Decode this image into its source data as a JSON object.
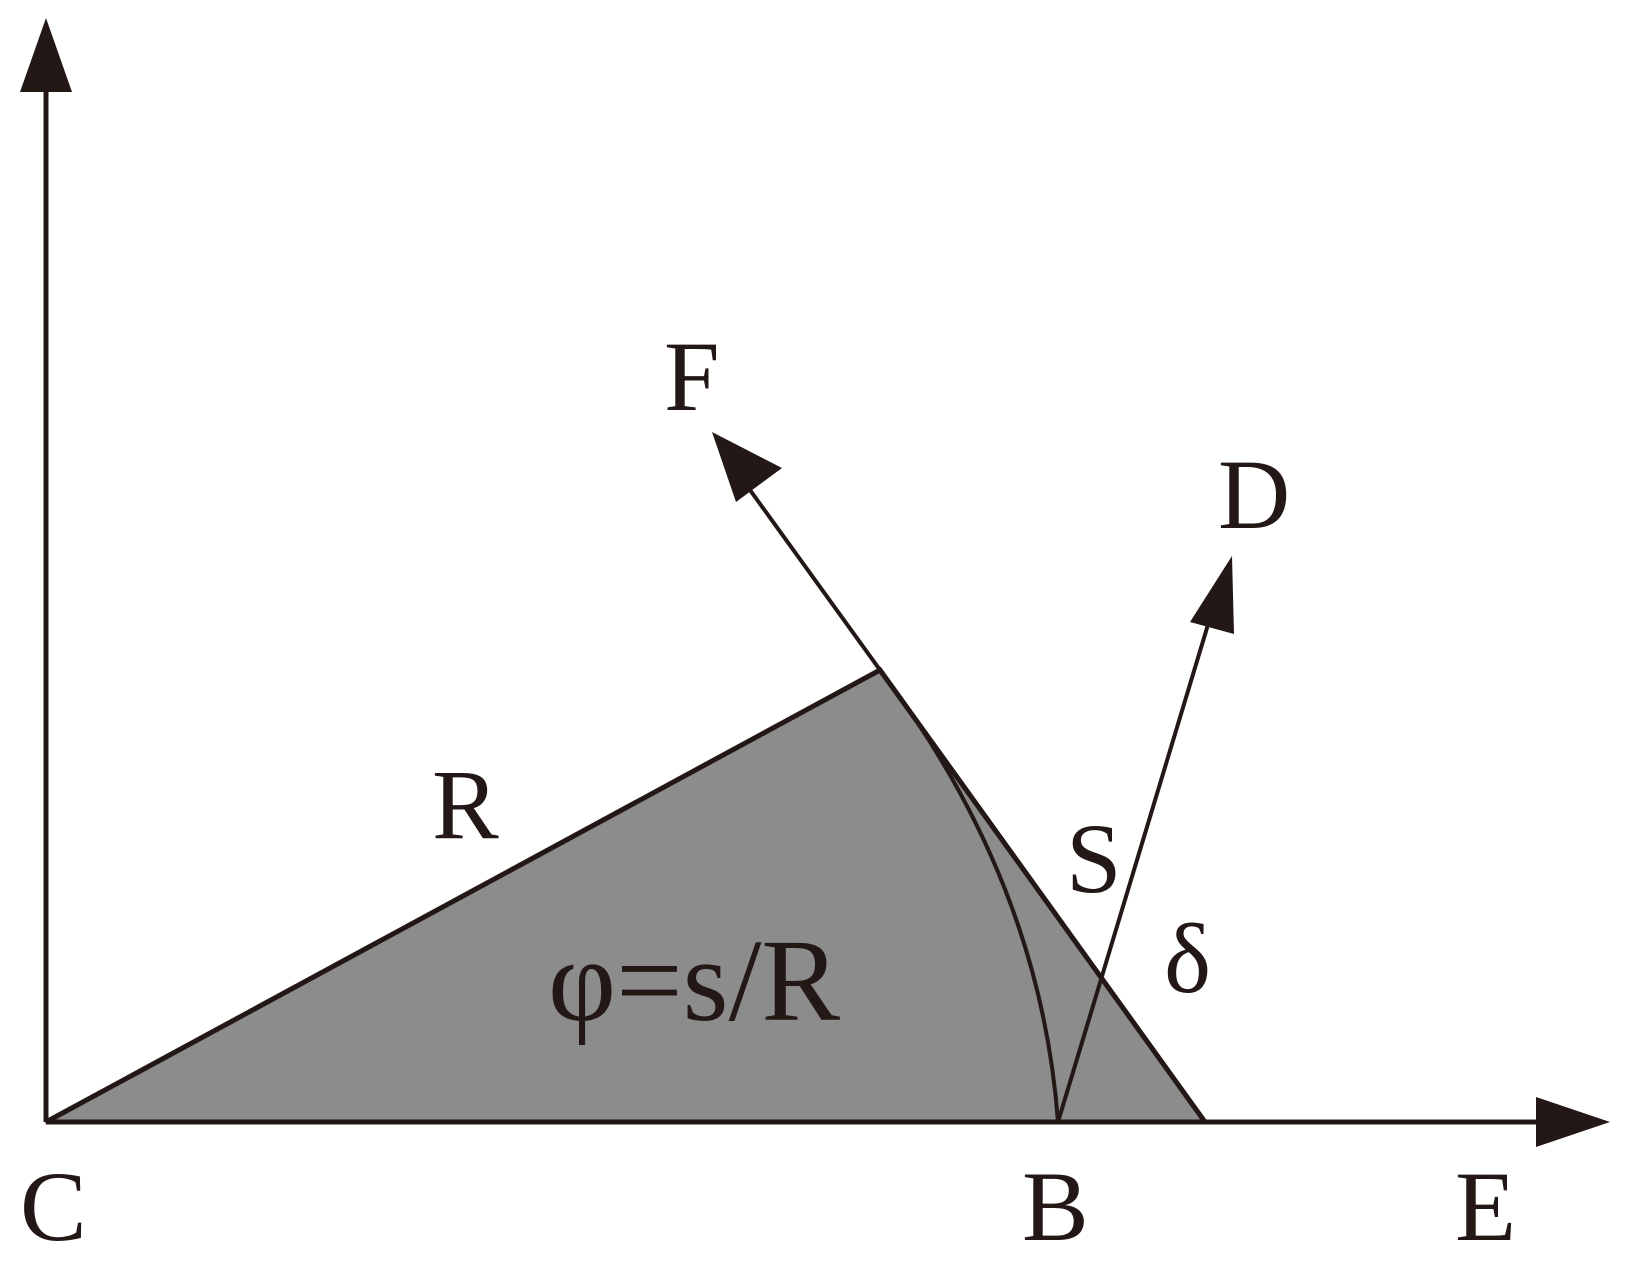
{
  "diagram": {
    "labels": {
      "c": "C",
      "b": "B",
      "e": "E",
      "f": "F",
      "d": "D",
      "r": "R",
      "s": "S",
      "delta": "δ",
      "equation": "φ=s/R"
    },
    "colors": {
      "stroke": "#231815",
      "sector_fill": "#8c8c8c",
      "background": "#ffffff"
    }
  }
}
